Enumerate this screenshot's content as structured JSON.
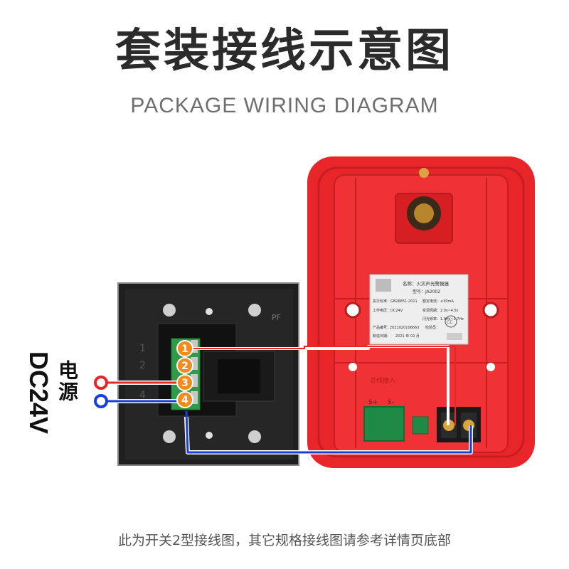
{
  "header": {
    "title": "套装接线示意图",
    "subtitle": "PACKAGE WIRING DIAGRAM"
  },
  "power": {
    "label_cn": "电源",
    "label_voltage": "DC24V"
  },
  "switch_module": {
    "silk_pf": "PF",
    "silk_numbers": [
      "1",
      "2",
      "4"
    ],
    "terminals": [
      "1",
      "2",
      "3",
      "4"
    ]
  },
  "alarm_unit": {
    "nameplate": {
      "name": "名称：火灾声光警报器",
      "model": "型号：JA2002",
      "standard": "执行标准：GB26851-2011",
      "rated_current": "额定电流：≤30mA",
      "voltage": "工作电压：DC24V",
      "period": "变调周期：2.0s~4.5s",
      "flash": "闪光频率：1.0Hz~1.7Hz",
      "serial": "产品编号：",
      "serial_value": "2021020106663",
      "inspector": "检验员：",
      "date": "制造日期：",
      "date_value": "2021 年 02 月"
    },
    "bus_label": "总线接入",
    "board_labels": [
      "S+",
      "S-"
    ]
  },
  "footer": {
    "note": "此为开关2型接线图，其它规格接线图请参考详情页底部"
  },
  "colors": {
    "housing_red": "#e8262a",
    "module_black": "#1f1f1f",
    "wire_red": "#e8262a",
    "wire_blue": "#1a3fd6",
    "terminal_green": "#2f9b48",
    "badge_orange": "#f28a1e"
  }
}
